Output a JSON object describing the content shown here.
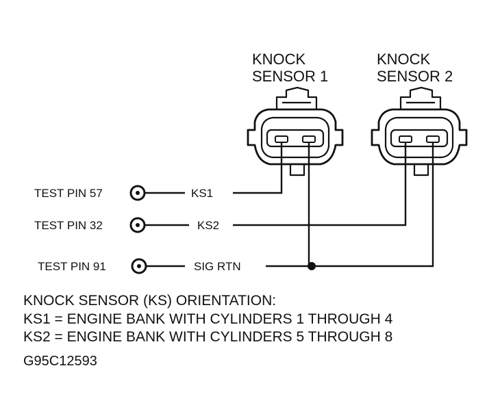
{
  "sensors": [
    {
      "title_line1": "KNOCK",
      "title_line2": "SENSOR 1"
    },
    {
      "title_line1": "KNOCK",
      "title_line2": "SENSOR 2"
    }
  ],
  "test_pins": [
    {
      "pin_label": "TEST PIN 57",
      "wire_label": "KS1"
    },
    {
      "pin_label": "TEST PIN 32",
      "wire_label": "KS2"
    },
    {
      "pin_label": "TEST PIN 91",
      "wire_label": "SIG RTN"
    }
  ],
  "notes": {
    "heading": "KNOCK SENSOR (KS) ORIENTATION:",
    "line1": "KS1 = ENGINE BANK WITH CYLINDERS 1 THROUGH 4",
    "line2": "KS2 = ENGINE BANK WITH CYLINDERS 5 THROUGH 8"
  },
  "figure_id": "G95C12593"
}
